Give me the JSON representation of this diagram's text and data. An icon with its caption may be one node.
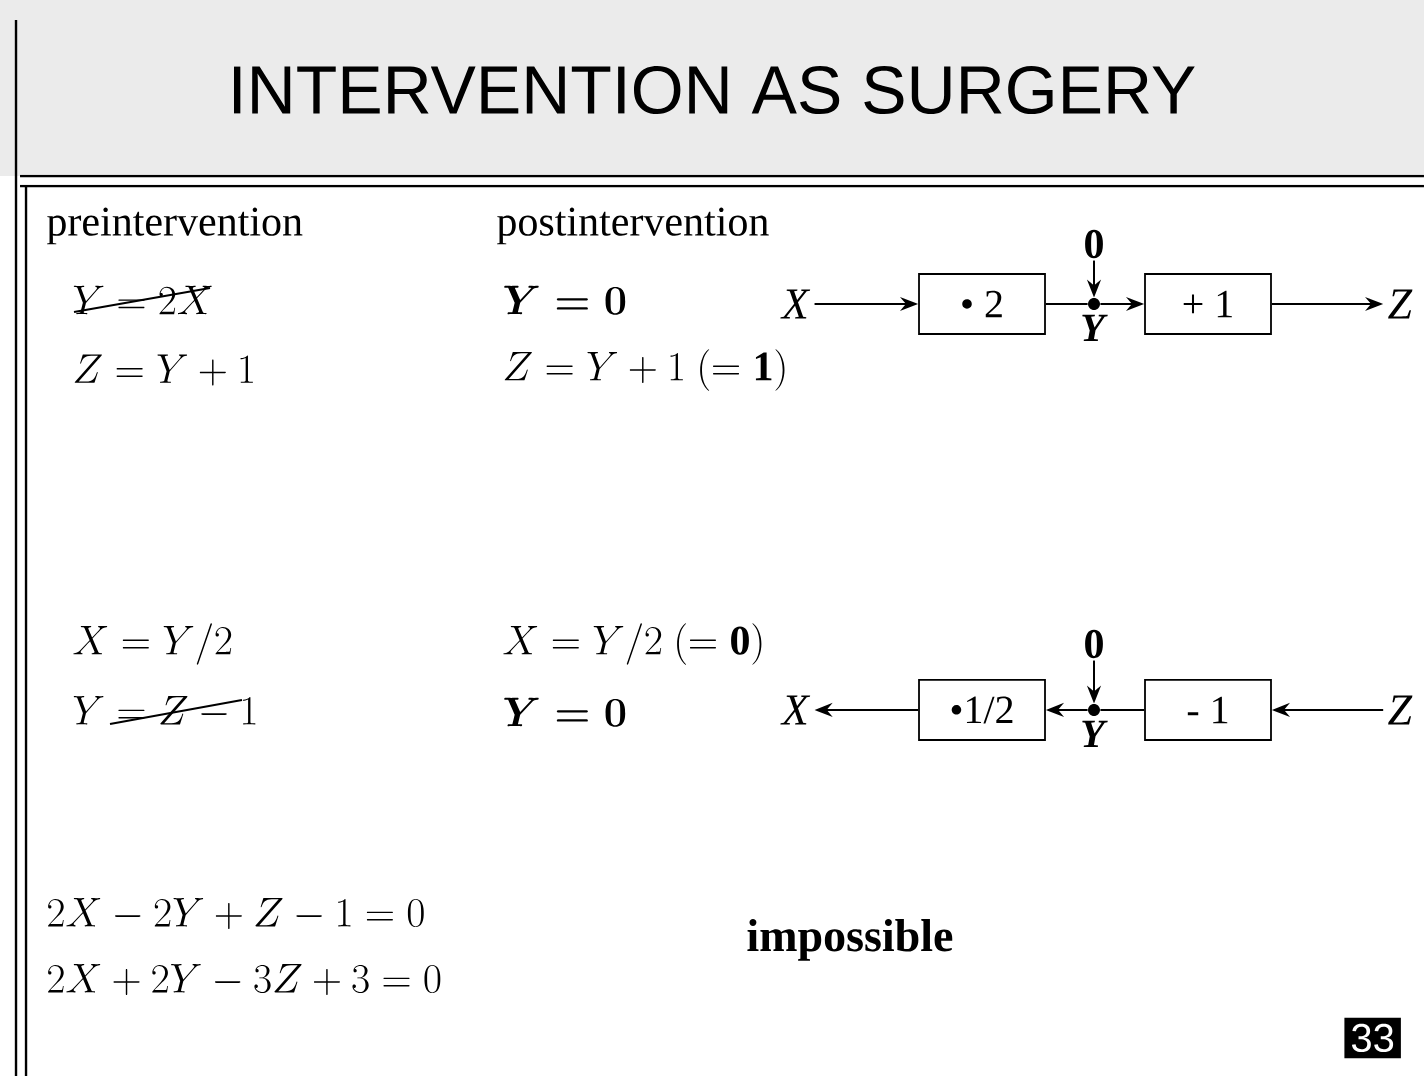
{
  "diagram": {
    "title": "INTERVENTION AS SURGERY",
    "nodes": [
      {
        "text": [
          "*X*"
        ]
      },
      {
        "text": [
          "• 2"
        ]
      },
      {
        "text": [],
        "shape": "circle",
        "beside": [
          "*Y*"
        ]
      },
      {
        "text": [
          "+ 1"
        ]
      },
      {
        "text": [
          "*Z*"
        ]
      },
      {
        "text": [
          "0"
        ]
      },
      {
        "text": [
          "*X*"
        ]
      },
      {
        "text": [
          "•1/2"
        ]
      },
      {
        "text": [],
        "shape": "circle",
        "beside": [
          "*Y*"
        ]
      },
      {
        "text": [
          "- 1"
        ]
      },
      {
        "text": [
          "*Z*"
        ]
      },
      {
        "text": [
          "0"
        ]
      }
    ],
    "edges": [
      {
        "from": 0,
        "to": 1,
        "arrow": "to"
      },
      {
        "from": 1,
        "to": 2,
        "arrow": "none"
      },
      {
        "from": 5,
        "to": 2,
        "arrow": "to"
      },
      {
        "from": 2,
        "to": 3,
        "arrow": "to"
      },
      {
        "from": 3,
        "to": 4,
        "arrow": "to"
      },
      {
        "from": 10,
        "to": 9,
        "arrow": "to"
      },
      {
        "from": 9,
        "to": 8,
        "arrow": "none"
      },
      {
        "from": 11,
        "to": 8,
        "arrow": "to"
      },
      {
        "from": 8,
        "to": 7,
        "arrow": "to"
      },
      {
        "from": 7,
        "to": 6,
        "arrow": "to"
      }
    ],
    "labels": [
      "preintervention",
      "postintervention",
      "Y = 2X",
      "Z = Y + 1",
      "Y = 0",
      "Z = Y + 1\\ (=\\mathbf{1})",
      "X = Y/2",
      "Y = Z - 1",
      "X = Y/2\\ (=\\mathbf{0})",
      "Y = 0",
      "2X - 2Y + Z - 1 = 0",
      "2X + 2Y - 3Z + 3 = 0",
      "impossible",
      "33"
    ]
  }
}
